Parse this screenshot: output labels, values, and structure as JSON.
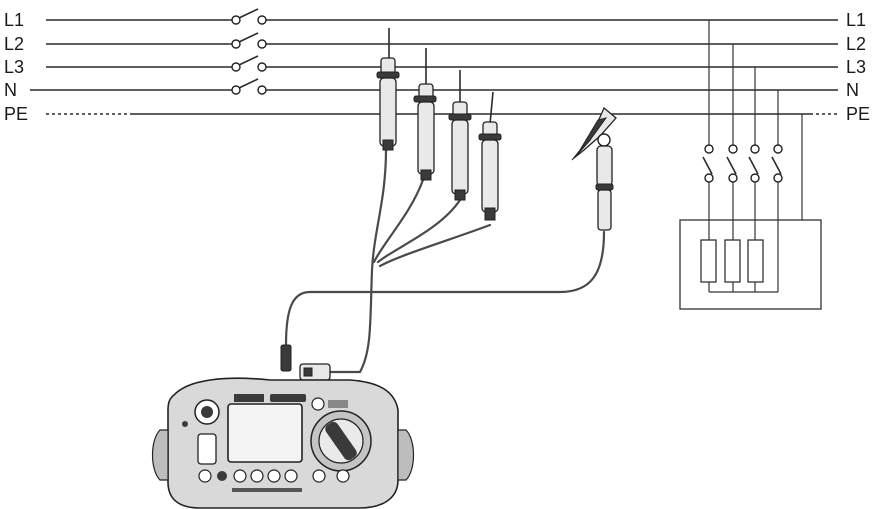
{
  "lines": [
    {
      "left": "L1",
      "right": "L1",
      "dashed": false
    },
    {
      "left": "L2",
      "right": "L2",
      "dashed": false
    },
    {
      "left": "L3",
      "right": "L3",
      "dashed": false
    },
    {
      "left": "N",
      "right": "N",
      "dashed": false
    },
    {
      "left": "PE",
      "right": "PE",
      "dashed": true
    }
  ],
  "colors": {
    "wire": "#2a2a2a",
    "cable": "#4a4a4a",
    "tester_body": "#d9d9d9",
    "tester_dark": "#3a3a3a",
    "screen": "#f4f4f4"
  },
  "icons": [
    "switch-icon",
    "test-probe-icon",
    "crocodile-clip-icon",
    "resistor-icon",
    "rotary-dial-icon"
  ]
}
